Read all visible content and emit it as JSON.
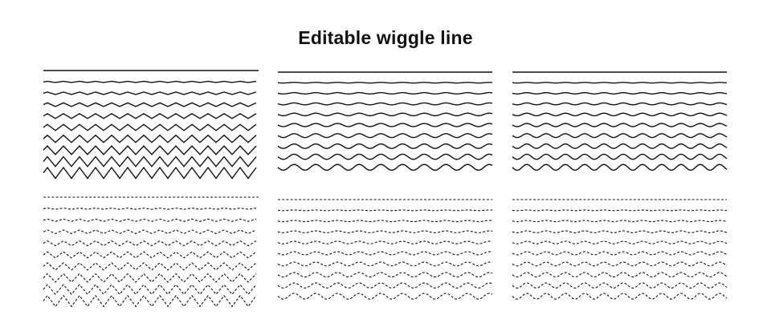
{
  "title": "Editable wiggle line",
  "colors": {
    "background": "#ffffff",
    "stroke": "#111111",
    "title": "#111111"
  },
  "panels": [
    {
      "id": "zigzag-solid",
      "shape": "zigzag",
      "style": "solid"
    },
    {
      "id": "wave-solid-a",
      "shape": "wave",
      "style": "solid"
    },
    {
      "id": "wave-solid-b",
      "shape": "wave",
      "style": "solid"
    },
    {
      "id": "zigzag-dashed",
      "shape": "zigzag",
      "style": "dashed"
    },
    {
      "id": "wave-dashed-a",
      "shape": "wave",
      "style": "dashed"
    },
    {
      "id": "wave-dashed-b",
      "shape": "wave",
      "style": "dashed"
    }
  ]
}
